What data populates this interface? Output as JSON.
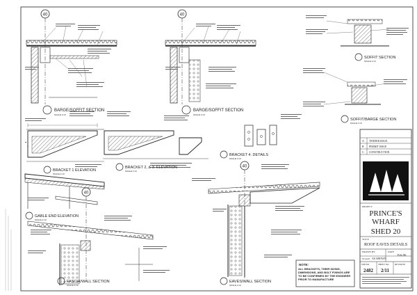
{
  "grid_marker": "40",
  "views": {
    "barge_soffit_1": {
      "title": "BARGE/SOFFIT SECTION",
      "scale": "SCALE 1:10"
    },
    "barge_soffit_2": {
      "title": "BARGE/SOFFIT SECTION",
      "scale": "SCALE 1:10"
    },
    "soffit_section": {
      "title": "SOFFIT SECTION",
      "scale": "SCALE 1:10"
    },
    "soffit_barge_section": {
      "title": "SOFFIT/BARGE SECTION",
      "scale": "SCALE 1:10"
    },
    "bracket1": {
      "title": "BRACKET 1 ELEVATION",
      "scale": "SCALE 1:10"
    },
    "bracket23": {
      "title": "BRACKET 2, & 3. ELEVATION",
      "scale": "SCALE 1:10"
    },
    "bracket4": {
      "title": "BRACKET 4. DETAILS",
      "scale": "SCALE 1:10"
    },
    "gable_end": {
      "title": "GABLE END ELEVATION",
      "scale": "SCALE 1:10"
    },
    "fascia_wall": {
      "title": "FASCIA/WALL SECTION",
      "scale": "SCALE 1:10"
    },
    "eaves_wall": {
      "title": "EAVES/WALL SECTION",
      "scale": "SCALE 1:10"
    }
  },
  "notes": {
    "label": "NOTE:",
    "text": "ALL BRACKETS, THEIR SIZING, DIMENSIONS, AND BOLT FIXINGS ARE TO BE CONFIRMED BY THE ENGINEER PRIOR TO MANUFACTURE"
  },
  "title_block": {
    "project_label": "PROJECT",
    "project_line1": "PRINCE'S",
    "project_line2": "WHARF",
    "project_line3": "SHED 20",
    "title_label": "TITLE",
    "title": "ROOF EAVES DETAILS",
    "drawn_label": "DRAWN BY",
    "date_label": "DATE",
    "date": "Feb 96",
    "scale_label": "SCALE",
    "scale": "AS SHOWN",
    "job_label": "JOB NO.",
    "sheet_label": "SHEET NO.",
    "revision_label": "REVISION",
    "job_no": "2482",
    "sheet_no": "2/11",
    "revisions": [
      {
        "rev": "A",
        "desc": "TENDER ISSUE"
      },
      {
        "rev": "B",
        "desc": "PERMIT ISSUE"
      },
      {
        "rev": "C",
        "desc": "CONSTRUCTION"
      }
    ]
  }
}
